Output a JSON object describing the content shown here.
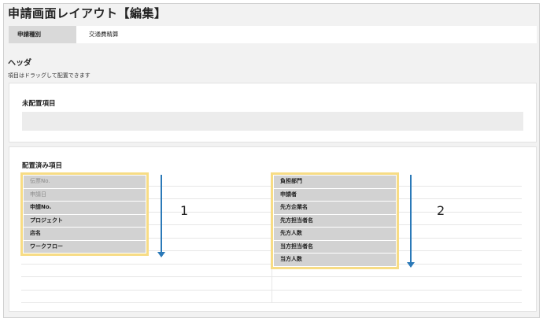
{
  "page": {
    "title": "申請画面レイアウト【編集】"
  },
  "application_type": {
    "label": "申請種別",
    "value": "交通費精算"
  },
  "header_section": {
    "title": "ヘッダ",
    "description": "項目はドラッグして配置できます"
  },
  "unplaced": {
    "title": "未配置項目"
  },
  "placed": {
    "title": "配置済み項目",
    "column1": {
      "number": "1",
      "items": [
        {
          "label": "伝票No.",
          "state": "disabled"
        },
        {
          "label": "申請日",
          "state": "disabled"
        },
        {
          "label": "申請No.",
          "state": "enabled"
        },
        {
          "label": "プロジェクト",
          "state": "enabled"
        },
        {
          "label": "店名",
          "state": "enabled"
        },
        {
          "label": "ワークフロー",
          "state": "enabled"
        }
      ]
    },
    "column2": {
      "number": "2",
      "items": [
        {
          "label": "負担部門",
          "state": "enabled"
        },
        {
          "label": "申請者",
          "state": "enabled"
        },
        {
          "label": "先方企業名",
          "state": "enabled"
        },
        {
          "label": "先方担当者名",
          "state": "enabled"
        },
        {
          "label": "先方人数",
          "state": "enabled"
        },
        {
          "label": "当方担当者名",
          "state": "enabled"
        },
        {
          "label": "当方人数",
          "state": "enabled"
        }
      ]
    }
  },
  "colors": {
    "highlight_border": "#f7dc85",
    "arrow": "#2b79b8",
    "item_background": "#d2d2d2"
  }
}
